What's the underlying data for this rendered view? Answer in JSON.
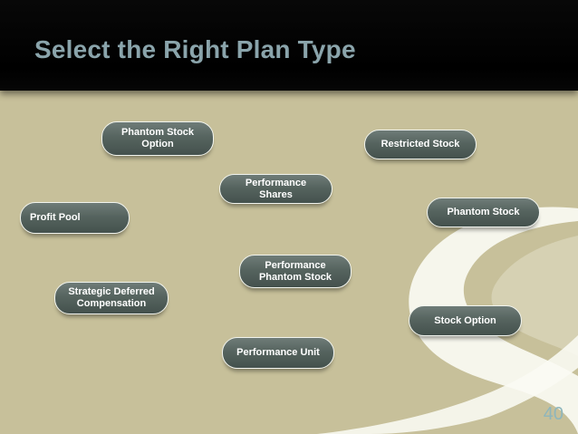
{
  "slide": {
    "title": "Select the Right Plan Type",
    "number": "40"
  },
  "plans": [
    {
      "label": "Phantom Stock\nOption"
    },
    {
      "label": "Restricted Stock"
    },
    {
      "label": "Performance Shares"
    },
    {
      "label": "Profit Pool"
    },
    {
      "label": "Phantom Stock"
    },
    {
      "label": "Performance\nPhantom Stock"
    },
    {
      "label": "Strategic Deferred\nCompensation"
    },
    {
      "label": "Stock Option"
    },
    {
      "label": "Performance Unit"
    }
  ],
  "colors": {
    "background": "#c7c09a",
    "header": "#000000",
    "title": "#8aa4ab",
    "pill": "#56645f",
    "pill_border": "#f1f4ee",
    "pill_text": "#ffffff",
    "slide_number": "#8eb6bc"
  }
}
